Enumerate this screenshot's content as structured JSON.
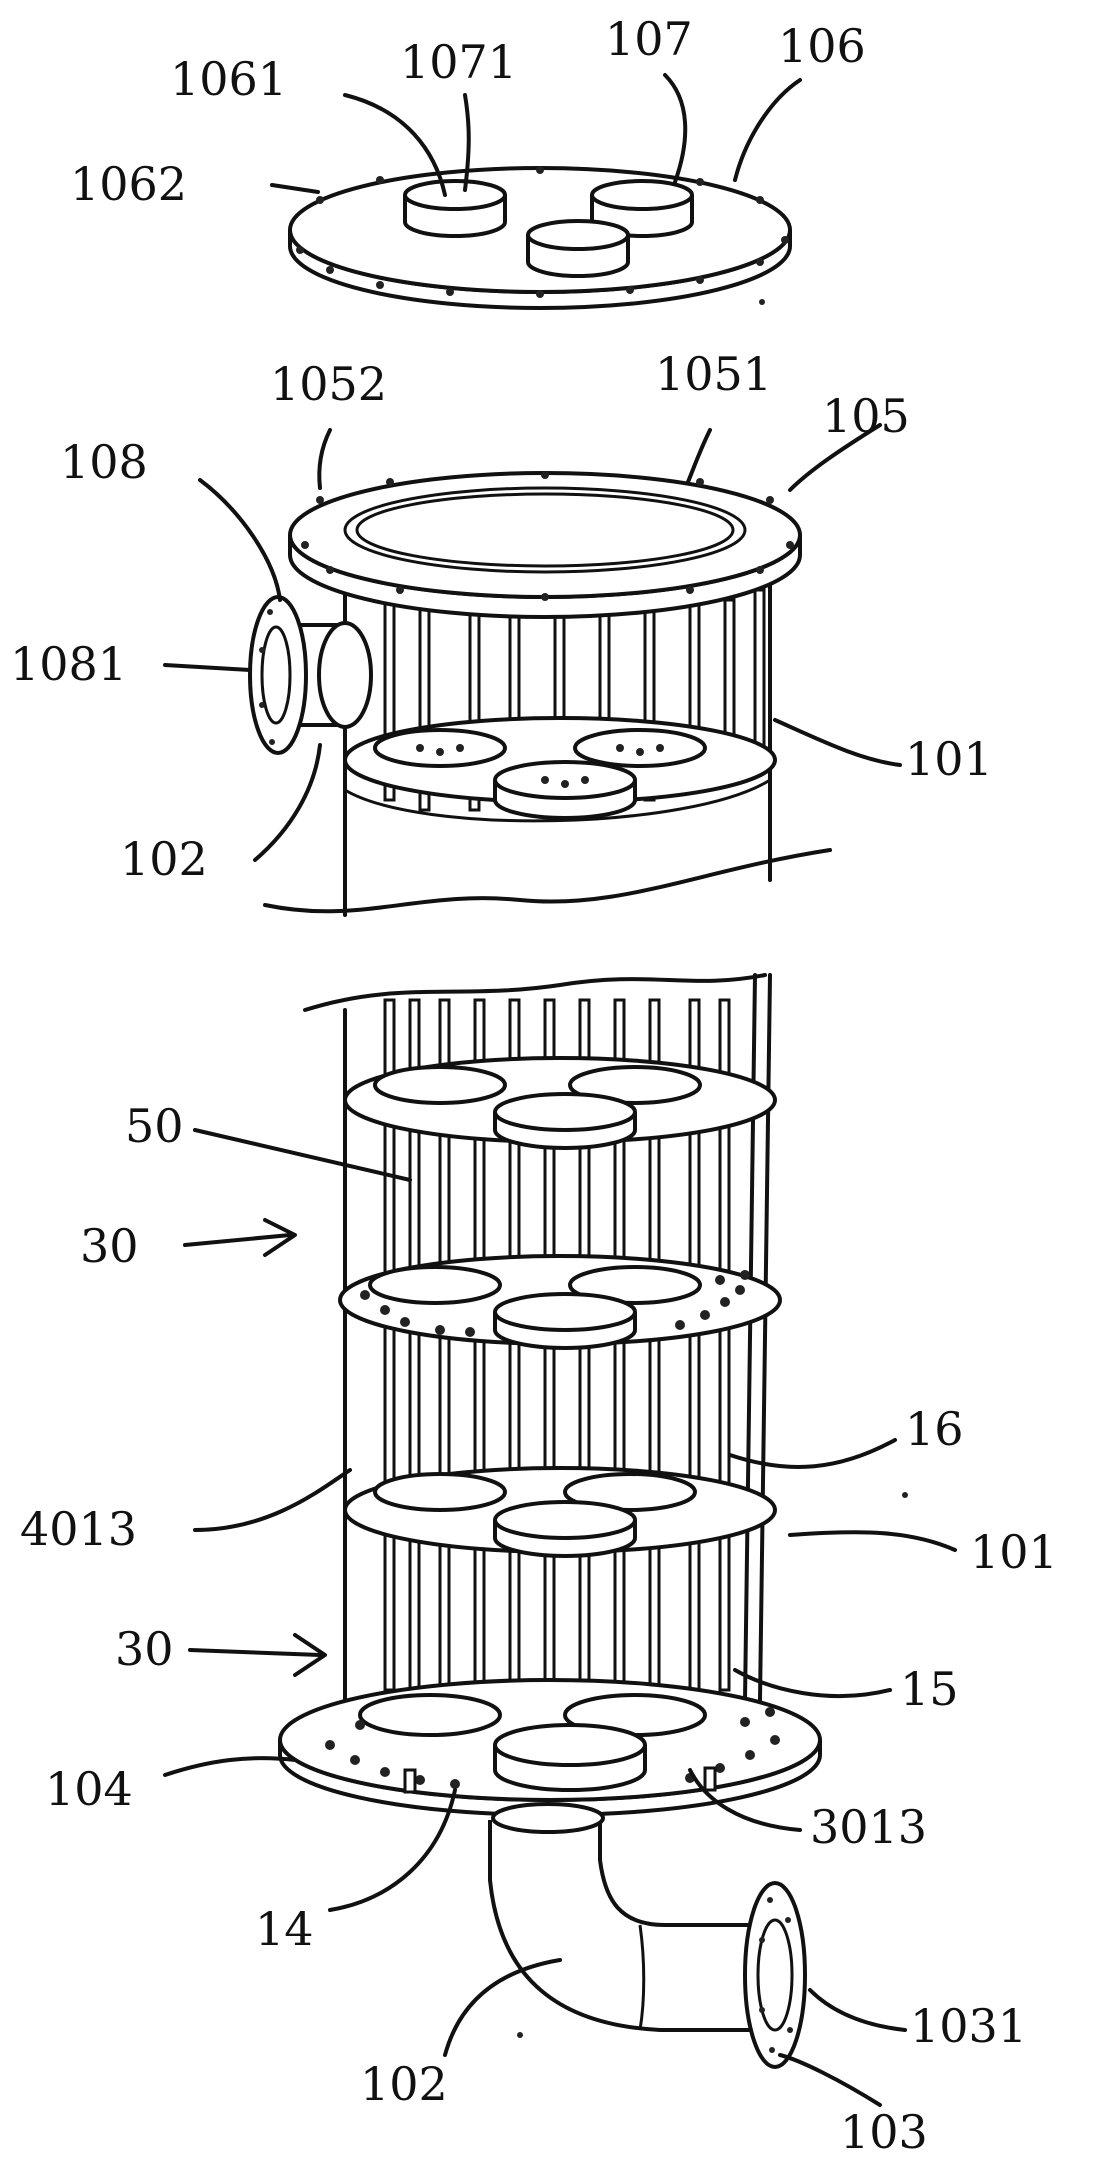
{
  "labels": [
    {
      "id": "l1061",
      "text": "1061"
    },
    {
      "id": "l1071",
      "text": "1071"
    },
    {
      "id": "l107",
      "text": "107"
    },
    {
      "id": "l106",
      "text": "106"
    },
    {
      "id": "l1062",
      "text": "1062"
    },
    {
      "id": "l1052",
      "text": "1052"
    },
    {
      "id": "l1051",
      "text": "1051"
    },
    {
      "id": "l105",
      "text": "105"
    },
    {
      "id": "l108",
      "text": "108"
    },
    {
      "id": "l1081",
      "text": "1081"
    },
    {
      "id": "l101a",
      "text": "101"
    },
    {
      "id": "l102a",
      "text": "102"
    },
    {
      "id": "l50",
      "text": "50"
    },
    {
      "id": "l30a",
      "text": "30"
    },
    {
      "id": "l16",
      "text": "16"
    },
    {
      "id": "l4013",
      "text": "4013"
    },
    {
      "id": "l101b",
      "text": "101"
    },
    {
      "id": "l30b",
      "text": "30"
    },
    {
      "id": "l15",
      "text": "15"
    },
    {
      "id": "l104",
      "text": "104"
    },
    {
      "id": "l3013",
      "text": "3013"
    },
    {
      "id": "l14",
      "text": "14"
    },
    {
      "id": "l1031",
      "text": "1031"
    },
    {
      "id": "l102b",
      "text": "102"
    },
    {
      "id": "l103",
      "text": "103"
    }
  ]
}
